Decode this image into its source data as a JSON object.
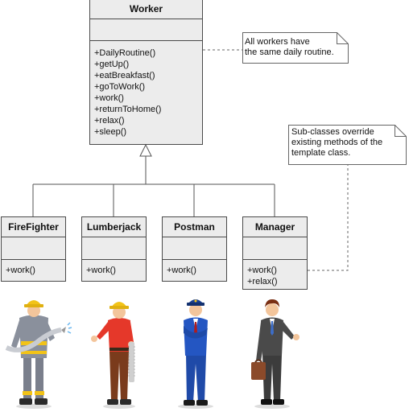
{
  "classes": {
    "worker": {
      "name": "Worker",
      "operations": [
        "+DailyRoutine()",
        "+getUp()",
        "+eatBreakfast()",
        "+goToWork()",
        "+work()",
        "+returnToHome()",
        "+relax()",
        "+sleep()"
      ]
    },
    "firefighter": {
      "name": "FireFighter",
      "operations": [
        "+work()"
      ]
    },
    "lumberjack": {
      "name": "Lumberjack",
      "operations": [
        "+work()"
      ]
    },
    "postman": {
      "name": "Postman",
      "operations": [
        "+work()"
      ]
    },
    "manager": {
      "name": "Manager",
      "operations": [
        "+work()",
        "+relax()"
      ]
    }
  },
  "notes": {
    "daily_routine": [
      "All workers have",
      "the same daily routine."
    ],
    "override": [
      "Sub-classes override",
      "existing methods of the",
      "template class."
    ]
  },
  "colors": {
    "class_fill": "#ececec",
    "border": "#4a4a4a",
    "line": "#555555",
    "dashed_line": "#666666"
  },
  "illustrations": [
    "firefighter-figure",
    "lumberjack-figure",
    "postman-figure",
    "manager-figure"
  ]
}
